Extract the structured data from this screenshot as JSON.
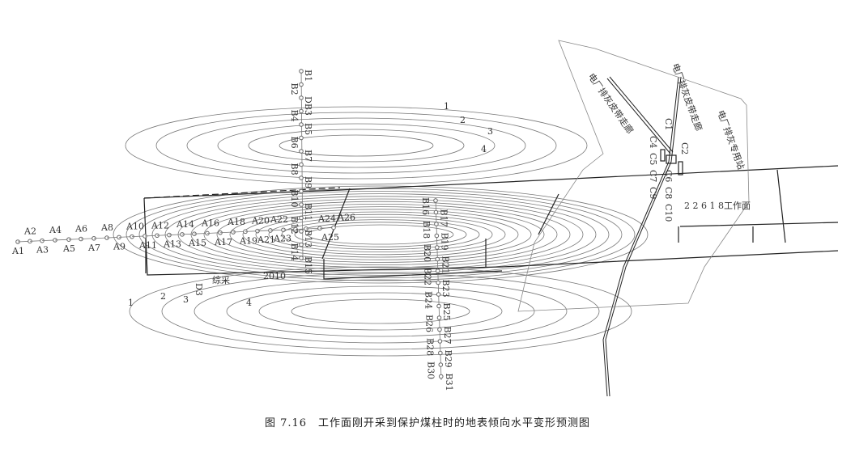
{
  "caption": "图 7.16　工作面刚开采到保护煤柱时的地表倾向水平变形预测图",
  "points_a": [
    "A1",
    "A2",
    "A3",
    "A4",
    "A5",
    "A6",
    "A7",
    "A8",
    "A9",
    "A10",
    "A11",
    "A12",
    "A13",
    "A14",
    "A15",
    "A16",
    "A17",
    "A18",
    "A19",
    "A20",
    "A21",
    "A22",
    "A23",
    "A24",
    "A25",
    "A26"
  ],
  "points_b_left": [
    "B1",
    "B2",
    "DB3",
    "B4",
    "B5",
    "B6",
    "B7",
    "B8",
    "B9",
    "B10",
    "B11",
    "B12",
    "B13",
    "B14",
    "B15"
  ],
  "points_b_right": [
    "B16",
    "B17",
    "B18",
    "B19",
    "B20",
    "B21",
    "B22",
    "B23",
    "B24",
    "B25",
    "B26",
    "B27",
    "B28",
    "B29",
    "B30",
    "B31"
  ],
  "points_c": [
    "C1",
    "C2",
    "C4",
    "C5",
    "C6",
    "C7",
    "C8",
    "C9",
    "C10"
  ],
  "contour_labels_upper": [
    "1",
    "2",
    "3",
    "4"
  ],
  "contour_labels_lower": [
    "1",
    "2",
    "3",
    "4"
  ],
  "labels": {
    "workface": "2 2 6 1 8工作面",
    "mined": "综采",
    "year": "2010",
    "d3": "D3",
    "belt1": "电厂排灰皮带走廊",
    "belt2": "电厂排灰皮带走廊",
    "station": "电厂排灰专用站"
  }
}
